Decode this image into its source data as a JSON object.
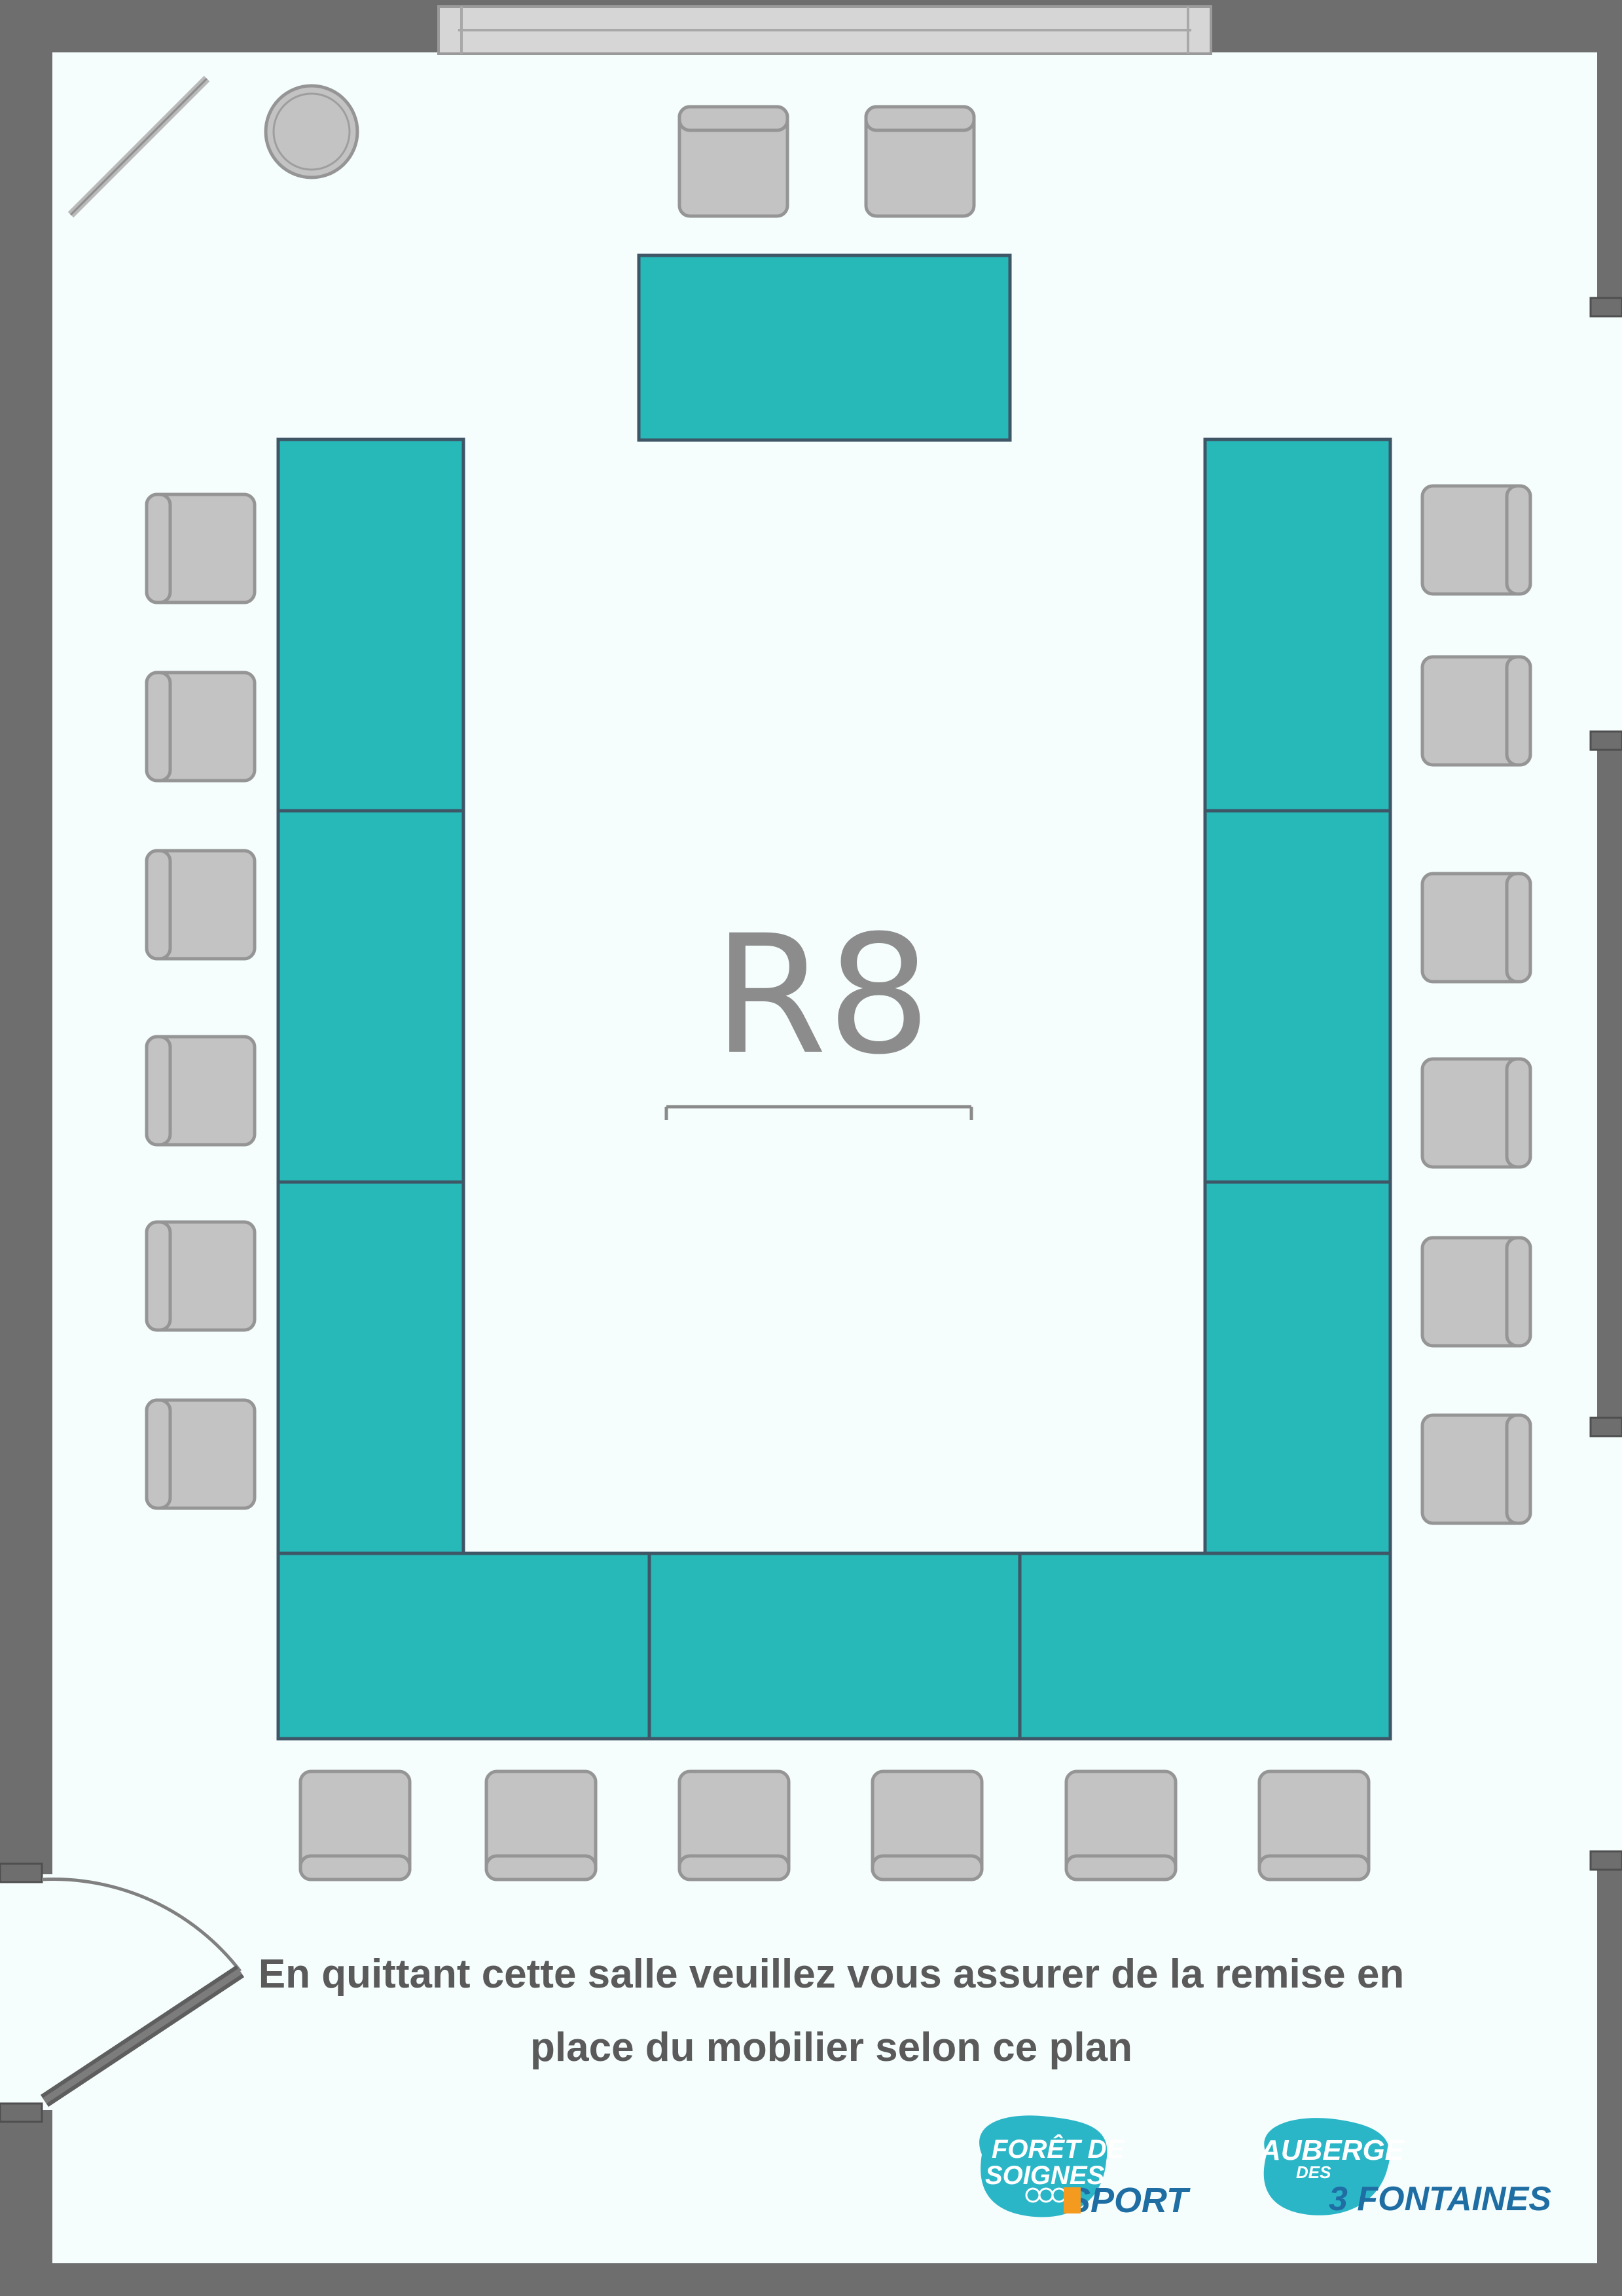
{
  "room": {
    "label": "R8"
  },
  "notice": {
    "line1": "En quittant cette salle veuillez vous assurer de la remise en",
    "line2": "place du mobilier selon ce plan"
  },
  "logos": {
    "foret": {
      "line1": "FORÊT DE",
      "line2": "SOIGNES",
      "line3": "SPORT"
    },
    "auberge": {
      "line1": "AUBERGE",
      "line2": "DES",
      "line3": "3 FONTAINES"
    }
  },
  "colors": {
    "wall": "#6e6e6e",
    "floor": "#f5fdfd",
    "table": "#27b8b8",
    "table_border": "#3e5666",
    "chair": "#c3c3c3",
    "chair_border": "#959595",
    "logo_teal": "#2bb6c8",
    "logo_orange": "#f39a1f",
    "logo_blue": "#1f6ea3"
  },
  "icons": {
    "door": "door-swing-icon",
    "bin": "bin-icon",
    "screen": "projection-screen-icon"
  }
}
